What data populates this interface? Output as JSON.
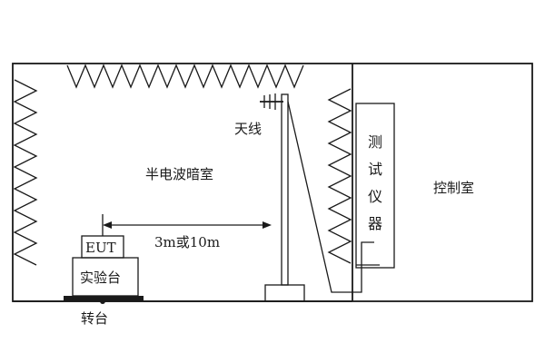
{
  "labels": {
    "chamber": "半电波暗室",
    "antenna": "天线",
    "eut": "EUT",
    "distance": "3m或10m",
    "test_table": "实验台",
    "turntable": "转台",
    "instrument": [
      "测",
      "试",
      "仪",
      "器"
    ],
    "control_room": "控制室"
  },
  "colors": {
    "line": "#1a1a1a",
    "background": "#ffffff"
  }
}
